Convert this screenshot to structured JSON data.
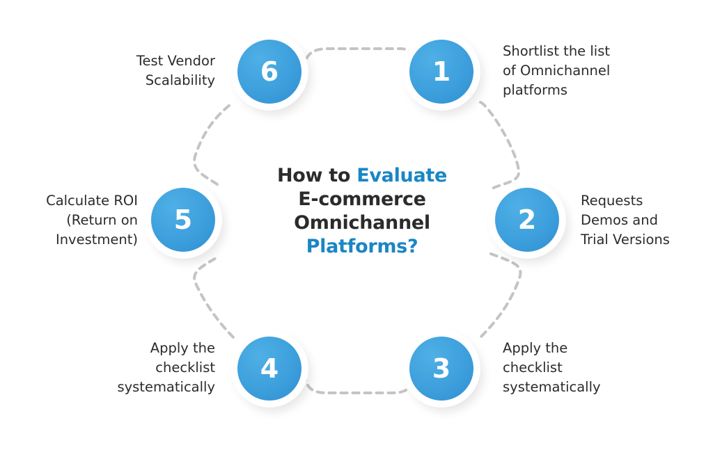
{
  "title": {
    "line1_prefix": "How to ",
    "line1_accent": "Evaluate",
    "line2": "E-commerce",
    "line3": "Omnichannel",
    "line4_accent": "Platforms?"
  },
  "colors": {
    "circle_blue": "#3d9fdc",
    "accent_text": "#1a86c4",
    "body_text": "#2b2b2b",
    "dash_line": "#c4c4c4"
  },
  "steps": [
    {
      "number": "1",
      "lines": [
        "Shortlist the list",
        "of Omnichannel",
        "platforms"
      ]
    },
    {
      "number": "2",
      "lines": [
        "Requests",
        "Demos and",
        "Trial Versions"
      ]
    },
    {
      "number": "3",
      "lines": [
        "Apply the",
        "checklist",
        "systematically"
      ]
    },
    {
      "number": "4",
      "lines": [
        "Apply the",
        "checklist",
        "systematically"
      ]
    },
    {
      "number": "5",
      "lines": [
        "Calculate ROI",
        "(Return on",
        "Investment)"
      ]
    },
    {
      "number": "6",
      "lines": [
        "Test Vendor",
        "Scalability"
      ]
    }
  ]
}
